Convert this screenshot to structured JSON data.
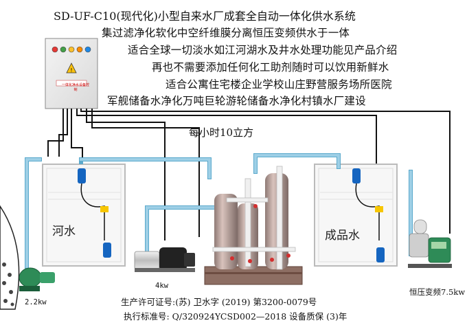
{
  "title": "SD-UF-C10(现代化)小型自来水厂成套全自动一体化供水系统",
  "headlines": [
    "集过滤净化软化中空纤维膜分离恒压变频供水于一体",
    "适合全球一切淡水如江河湖水及井水处理功能见产品介绍",
    "再也不需要添加任何化工助剂随时可以饮用新鲜水",
    "适合公寓住宅楼企业学校山庄野营服务场所医院",
    "军舰储备水净化万吨巨轮游轮储备水净化村镇水厂建设"
  ],
  "capacity": "每小时10立方",
  "raw_tank_label": "河水",
  "product_tank_label": "成品水",
  "pumps": {
    "left": "2.2kw",
    "middle": "4kw",
    "right": "恒压变频7.5kw"
  },
  "footer": {
    "permit": "生产许可证号:(苏) 卫水字 (2019) 第3200-0079号",
    "standard": "执行标准号: Q/320924YCSD002—2018 设备质保 (3)年"
  },
  "control_panel": {
    "indicator_colors": [
      "#e53935",
      "#43a047",
      "#fbc02d",
      "#fb8c00",
      "#1e88e5"
    ],
    "caption": "一体化净水设备控制"
  },
  "colors": {
    "pipe": "#9ecfe6",
    "pipe_edge": "#5aa9cc",
    "cable": "#111111",
    "tank_frame": "#c9c9c9",
    "float_switch": "#1565c0",
    "filter_vessel": "#b59a94",
    "valve": "#d32f2f",
    "pump_green": "#2e8b57"
  }
}
